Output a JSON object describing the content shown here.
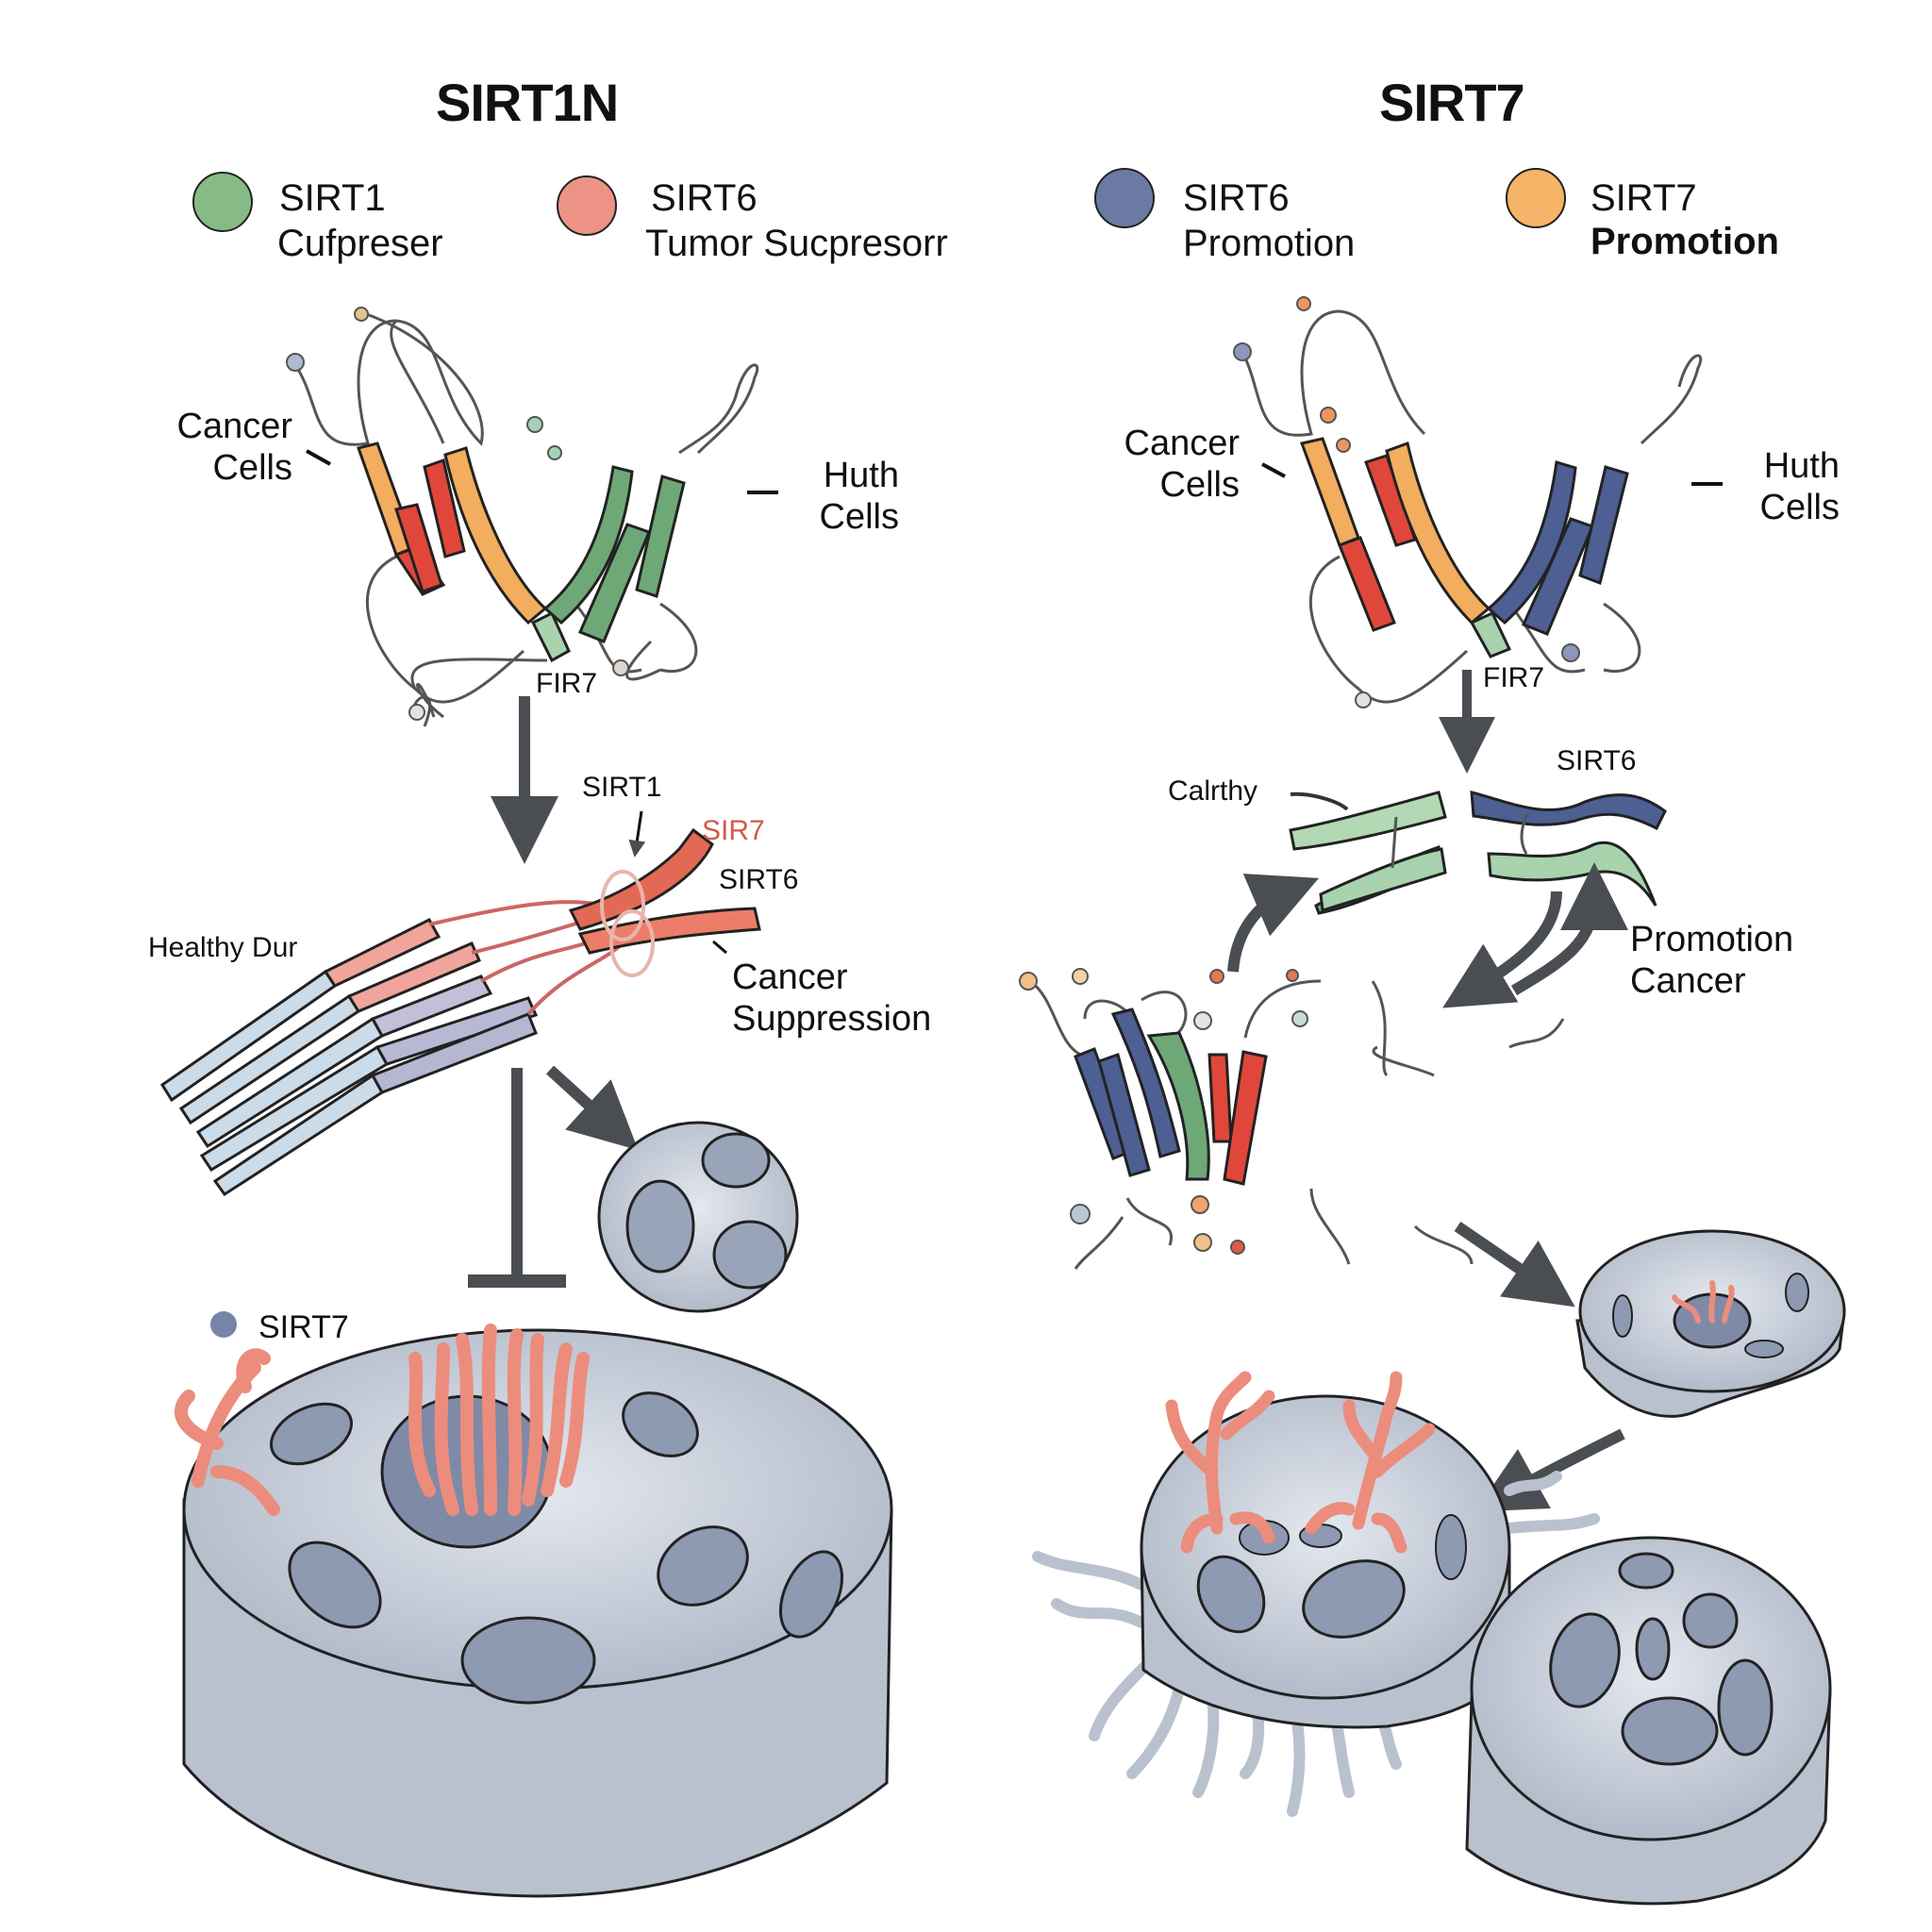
{
  "panels": [
    {
      "title": "SIRT1N",
      "legend": [
        {
          "name": "SIRT1",
          "desc": "Cufpreser",
          "color": "#86bb86"
        },
        {
          "name": "SIRT6",
          "desc": "Tumor Sucpresorr",
          "color": "#ec9386"
        }
      ],
      "protein_labels": {
        "left": "Cancer\nCells",
        "right": "Huth\nCells",
        "bottom": "FIR7"
      },
      "fiber_labels": {
        "sirt1": "SIRT1",
        "sir_red": "SIR7",
        "sirt6": "SIRT6",
        "healthy": "Healthy Dur",
        "outcome": "Cancer\nSuppression"
      },
      "cell_legend": {
        "name": "SIRT7",
        "color": "#7684a8"
      }
    },
    {
      "title": "SIRT7",
      "legend": [
        {
          "name": "SIRT6",
          "desc": "Promotion",
          "color": "#6a7aa3"
        },
        {
          "name": "SIRT7",
          "desc": "Promotion",
          "color": "#f5b467"
        }
      ],
      "protein_labels": {
        "left": "Cancer\nCells",
        "right": "Huth\nCells",
        "bottom": "FIR7"
      },
      "strand_labels": {
        "left": "Calrthy",
        "right": "SIRT6",
        "outcome": "Promotion\nCancer"
      }
    }
  ],
  "colors": {
    "orange": "#f2ad5e",
    "red": "#e0473a",
    "green": "#6fa877",
    "light_green": "#a8d3ad",
    "navy": "#4d5f93",
    "salmon": "#ec8c7c",
    "cell_gray": "#c9d0dc",
    "nucleus": "#8591aa",
    "arrow": "#4a4d52",
    "red_text": "#d05a4a"
  }
}
